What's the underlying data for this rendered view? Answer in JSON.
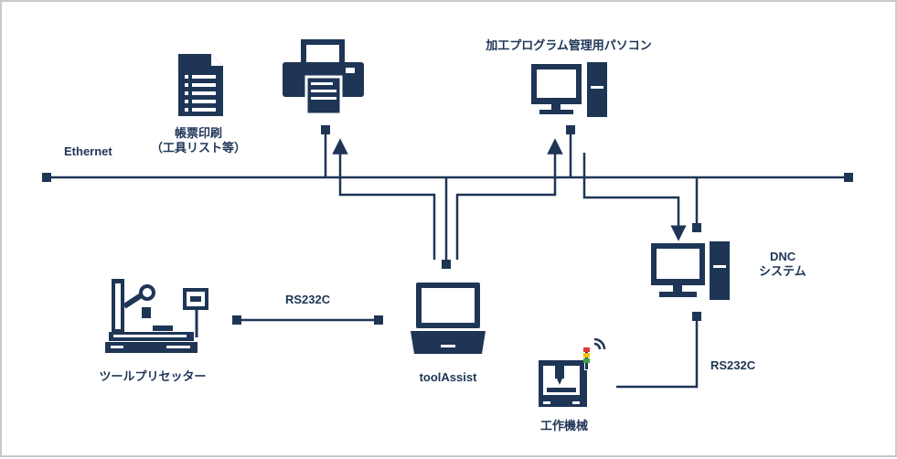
{
  "network": {
    "ethernet_label": "Ethernet"
  },
  "nodes": {
    "report": {
      "line1": "帳票印刷",
      "line2": "（工具リスト等）"
    },
    "cam_pc": {
      "label": "加工プログラム管理用パソコン"
    },
    "dnc": {
      "line1": "DNC",
      "line2": "システム"
    },
    "presetter": {
      "label": "ツールプリセッター"
    },
    "tool_assist": {
      "label": "toolAssist"
    },
    "machine": {
      "label": "工作機械"
    }
  },
  "links": {
    "presetter_to_laptop": "RS232C",
    "dnc_to_machine": "RS232C"
  },
  "colors": {
    "primary": "#1e3556",
    "border": "#c9c9c9",
    "signal_red": "#e53935",
    "signal_yellow": "#f4c20d",
    "signal_green": "#43a047"
  }
}
